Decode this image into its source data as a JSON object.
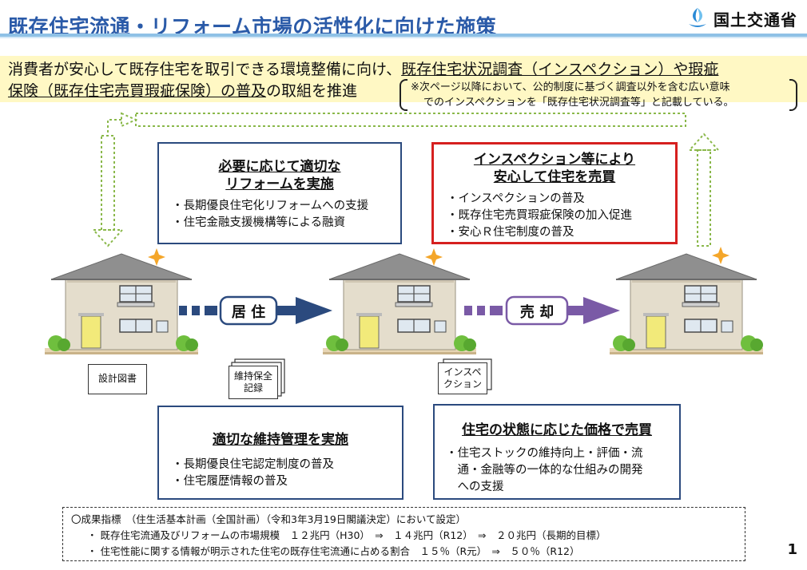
{
  "header": {
    "title": "既存住宅流通・リフォーム市場の活性化に向けた施策",
    "ministry": "国土交通省"
  },
  "lead": {
    "line1_a": "消費者が安心して既存住宅を取引できる環境整備に向け、",
    "line1_b": "既存住宅状況調査（インスペクション）や瑕疵",
    "line2_a": "保険（既存住宅売買瑕疵保険）の普及",
    "line2_b": "の取組を推進",
    "note_line1": "※次ページ以降において、公的制度に基づく調査以外を含む広い意味",
    "note_line2": "でのインスペクションを「既存住宅状況調査等」と記載している。"
  },
  "boxes": {
    "reform": {
      "title1": "必要に応じて適切な",
      "title2": "リフォームを実施",
      "items": [
        "・長期優良住宅化リフォームへの支援",
        "・住宅金融支援機構等による融資"
      ]
    },
    "inspection": {
      "title1": "インスペクション等により",
      "title2": "安心して住宅を売買",
      "items": [
        "・インスペクションの普及",
        "・既存住宅売買瑕疵保険の加入促進",
        "・安心Ｒ住宅制度の普及"
      ]
    },
    "maintenance": {
      "title": "適切な維持管理を実施",
      "items": [
        "・長期優良住宅認定制度の普及",
        "・住宅履歴情報の普及"
      ]
    },
    "price": {
      "title": "住宅の状態に応じた価格で売買",
      "items": [
        "・住宅ストックの維持向上・評価・流",
        "　通・金融等の一体的な仕組みの開発",
        "　への支援"
      ]
    }
  },
  "arrows": {
    "live": "居 住",
    "sell": "売 却"
  },
  "docs": {
    "design": "設計図書",
    "maintenance_1": "維持保全",
    "maintenance_2": "記録",
    "inspection_1": "インスペ",
    "inspection_2": "クション"
  },
  "indicators": {
    "heading": "〇成果指標　（住生活基本計画（全国計画）（令和3年3月19日閣議決定）において設定）",
    "item1": "・ 既存住宅流通及びリフォームの市場規模　１２兆円（H30）　⇒　１４兆円（R12）　⇒　２０兆円（長期的目標）",
    "item2": "・ 住宅性能に関する情報が明示された住宅の既存住宅流通に占める割合　１５％（R元）　⇒　５０％（R12）"
  },
  "page_number": "1",
  "colors": {
    "title_blue": "#2a5aa8",
    "box_border": "#2b4a7e",
    "highlight_red": "#d6201f",
    "lead_bg": "#fff8c4",
    "loop_green": "#8ab84a",
    "sell_purple": "#7a5aa6"
  }
}
